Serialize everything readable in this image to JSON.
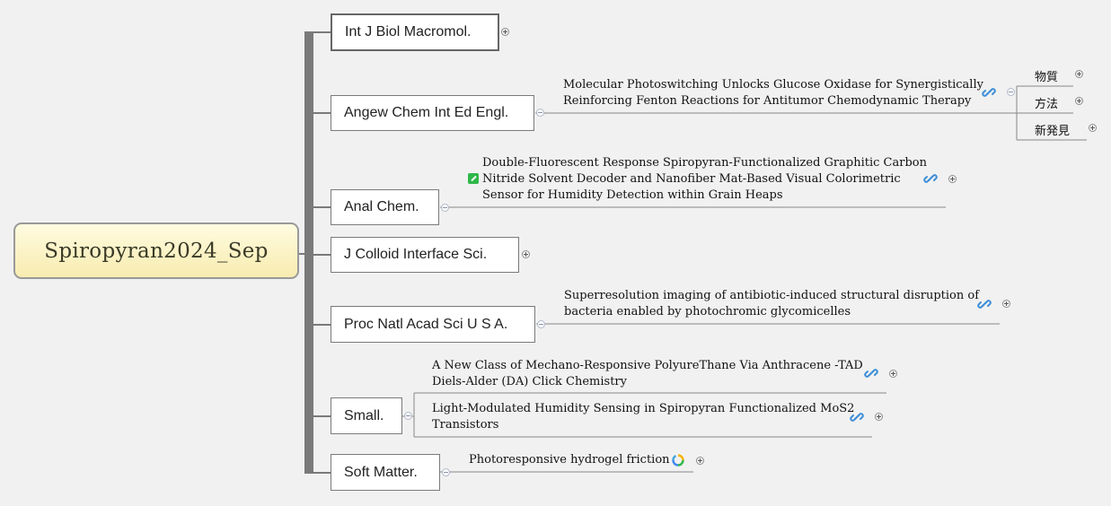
{
  "root": {
    "title": "Spiropyran2024_Sep"
  },
  "journals": [
    {
      "label": "Int J Biol Macromol."
    },
    {
      "label": "Angew Chem Int Ed Engl."
    },
    {
      "label": "Anal Chem."
    },
    {
      "label": "J Colloid Interface Sci."
    },
    {
      "label": "Proc Natl Acad Sci U S A."
    },
    {
      "label": "Small."
    },
    {
      "label": "Soft Matter."
    }
  ],
  "papers": {
    "angew": "Molecular Photoswitching Unlocks Glucose Oxidase for Synergistically\nReinforcing Fenton Reactions for Antitumor Chemodynamic Therapy",
    "anal": "Double-Fluorescent Response Spiropyran-Functionalized Graphitic Carbon\nNitride Solvent Decoder and Nanofiber Mat-Based Visual Colorimetric\nSensor for Humidity Detection within Grain Heaps",
    "pnas": "Superresolution imaging of antibiotic-induced structural disruption of\nbacteria enabled by photochromic glycomicelles",
    "small_1": "A New Class of Mechano-Responsive PolyureThane Via Anthracene -TAD\nDiels-Alder (DA) Click Chemistry",
    "small_2": "Light-Modulated Humidity Sensing in Spiropyran Functionalized MoS2\nTransistors",
    "soft": "Photoresponsive hydrogel friction"
  },
  "sub_topics": [
    "物質",
    "方法",
    "新発見"
  ],
  "colors": {
    "link_blue": "#3f8fd8",
    "note_green": "#2fb84a"
  }
}
